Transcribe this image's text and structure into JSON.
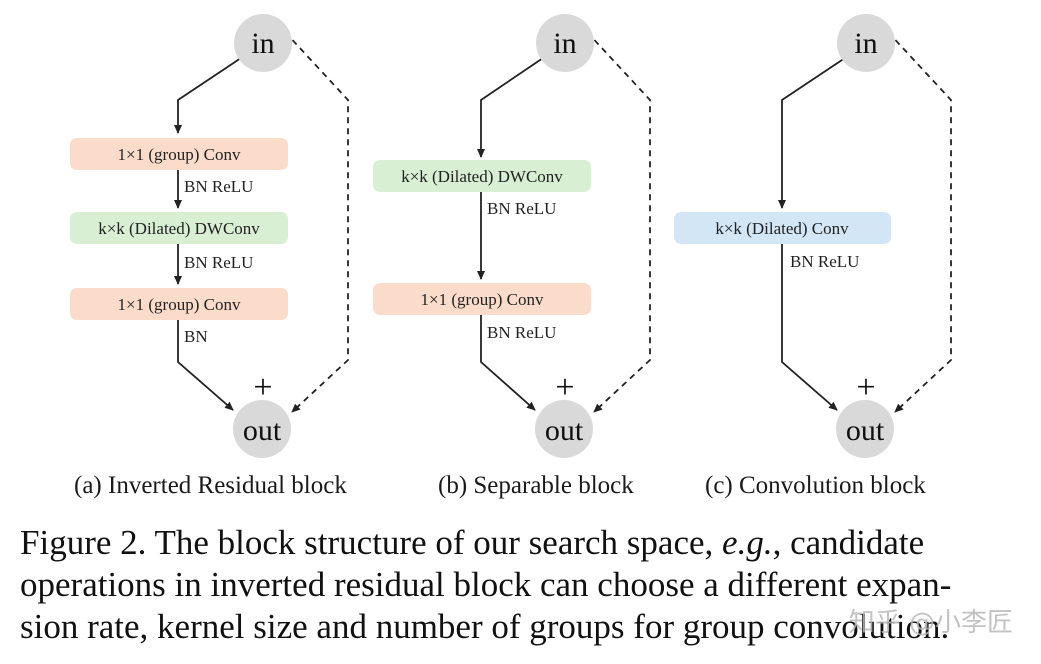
{
  "panels": [
    {
      "in_label": "in",
      "out_label": "out",
      "plus": "+",
      "ops": [
        {
          "label": "1×1 (group) Conv",
          "color": "#fbdccb"
        },
        {
          "label": "k×k (Dilated) DWConv",
          "color": "#d9efd4"
        },
        {
          "label": "1×1 (group) Conv",
          "color": "#fbdccb"
        }
      ],
      "acts": [
        "BN ReLU",
        "BN ReLU",
        "BN"
      ],
      "caption": "(a) Inverted Residual block"
    },
    {
      "in_label": "in",
      "out_label": "out",
      "plus": "+",
      "ops": [
        {
          "label": "k×k (Dilated) DWConv",
          "color": "#d9efd4"
        },
        {
          "label": "1×1 (group) Conv",
          "color": "#fbdccb"
        }
      ],
      "acts": [
        "BN ReLU",
        "BN ReLU"
      ],
      "caption": "(b) Separable block"
    },
    {
      "in_label": "in",
      "out_label": "out",
      "plus": "+",
      "ops": [
        {
          "label": "k×k (Dilated) Conv",
          "color": "#d3e6f5"
        }
      ],
      "acts": [
        "BN ReLU"
      ],
      "caption": "(c) Convolution block"
    }
  ],
  "figure_caption": {
    "line1": "Figure 2. The block structure of our search space, ",
    "line1_italic": "e.g.",
    "line1_end": ", candidate",
    "line2": "operations in inverted residual block can choose a different expan-",
    "line3": "sion rate, kernel size and number of groups for group convolution."
  },
  "watermark": "知乎 @小李匠",
  "colors": {
    "node_fill": "#d9d9d9",
    "line": "#222222"
  }
}
